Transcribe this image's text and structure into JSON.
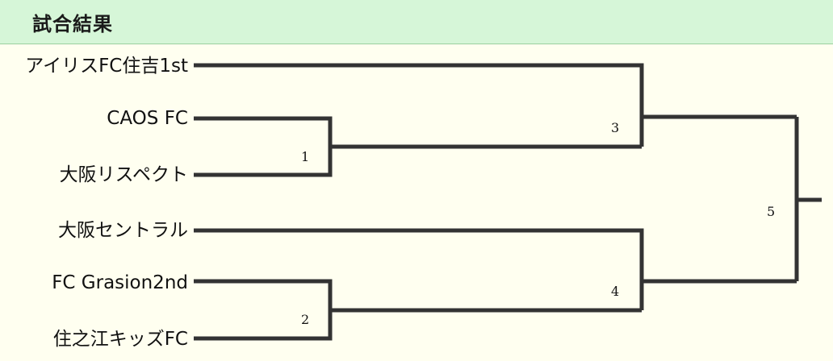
{
  "header": {
    "title": "試合結果"
  },
  "teams": [
    "アイリスFC住吉1st",
    "CAOS FC",
    "大阪リスペクト",
    "大阪セントラル",
    "FC Grasion2nd",
    "住之江キッズFC"
  ],
  "matches": [
    "1",
    "2",
    "3",
    "4",
    "5"
  ],
  "colors": {
    "header_bg": "#d6f6d8",
    "line": "#333333",
    "page_bg": "#fffff0"
  }
}
